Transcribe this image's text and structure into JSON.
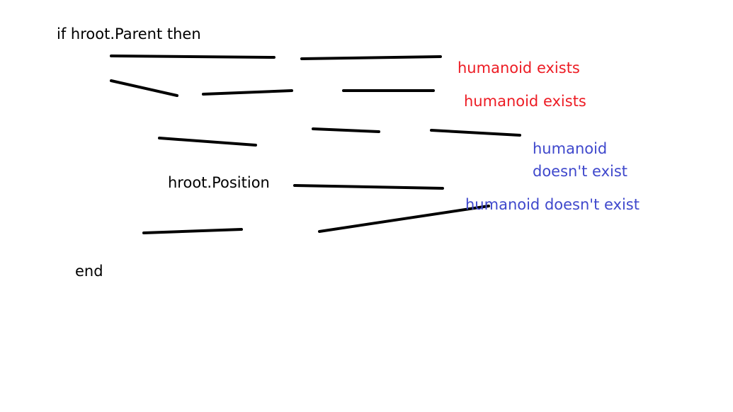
{
  "code": {
    "line_if": "if hroot.Parent then",
    "line_position": "hroot.Position",
    "line_end": "end"
  },
  "annotations": {
    "exists_1": "humanoid exists",
    "exists_2": "humanoid exists",
    "not_exists_1": "humanoid doesn't exist",
    "not_exists_2": "humanoid doesn't exist"
  },
  "colors": {
    "text": "#000000",
    "exists": "#ed1c24",
    "not_exists": "#3f48cc",
    "strokes": "#000000",
    "background": "#ffffff"
  }
}
